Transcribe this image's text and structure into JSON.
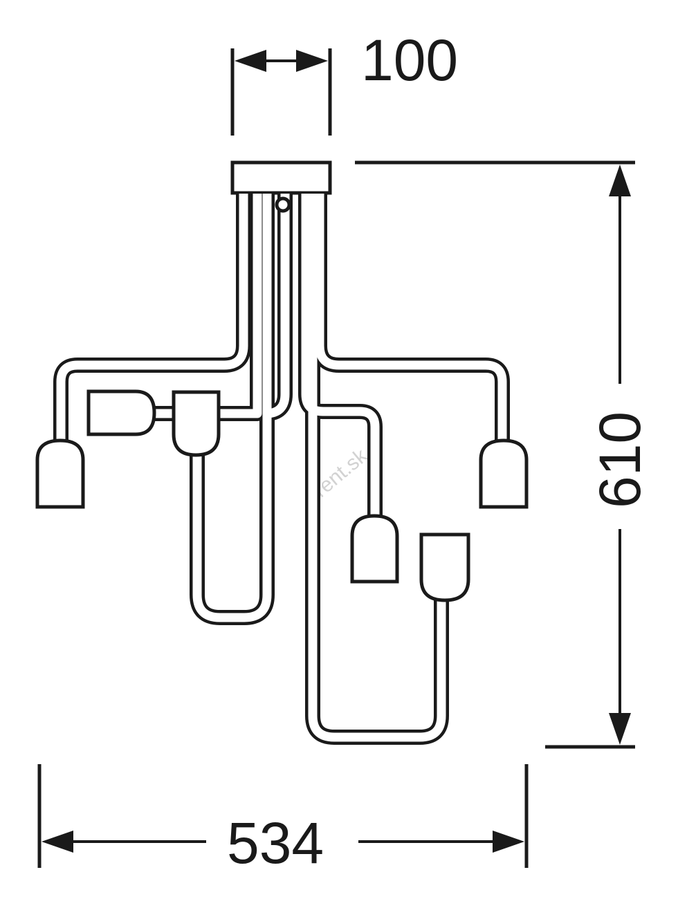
{
  "dimensions": {
    "canopy_width": "100",
    "total_height": "610",
    "total_width": "534"
  },
  "watermark": "rent.sk",
  "colors": {
    "line": "#1a1a1a",
    "background": "#ffffff",
    "watermark": "#d2d2d2"
  }
}
